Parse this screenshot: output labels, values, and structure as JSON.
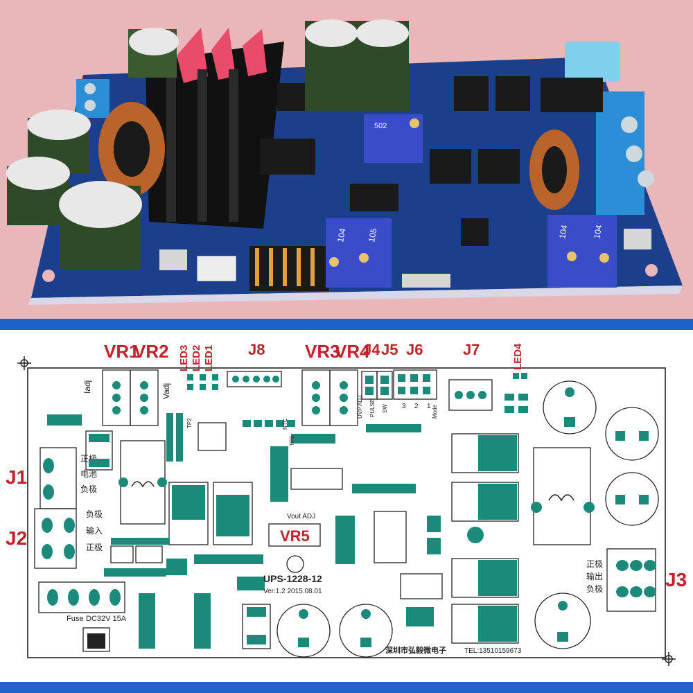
{
  "layout": {
    "labels": {
      "vr1": "VR1",
      "vr2": "VR2",
      "led3": "LED3",
      "led2": "LED2",
      "led1": "LED1",
      "j8": "J8",
      "vr3": "VR3",
      "vr4": "VR4",
      "j4": "J4",
      "j5": "J5",
      "j6": "J6",
      "j7": "J7",
      "led4": "LED4",
      "j1": "J1",
      "j2": "J2",
      "j3": "J3",
      "vr5": "VR5"
    },
    "silk": {
      "iadj": "Iadj",
      "vadj": "Vadj",
      "vout_adj": "Vout ADJ",
      "uvp_adj": "UVP ADJ",
      "pulse": "PULSE",
      "sw": "SW",
      "mode": "Mode",
      "mode_nums": [
        "3",
        "2",
        "1"
      ],
      "j1_text": [
        "正极",
        "电池",
        "负极"
      ],
      "j2_text": [
        "负极",
        "输入",
        "正极"
      ],
      "j3_text": [
        "正极",
        "输出",
        "负极"
      ],
      "fuse": "Fuse",
      "fuse_rating": "DC32V 15A",
      "board_name": "UPS-1228-12",
      "version": "Ver:1.2 2015.08.01",
      "company": "深圳市弘毅微电子",
      "tel": "TEL:13510159673",
      "tp2": "TP2",
      "tp3": "TP3",
      "ntc": "NTC"
    }
  },
  "photo": {
    "pot_labels": [
      "104",
      "105",
      "104",
      "104"
    ],
    "pot_top": "502"
  },
  "colors": {
    "board": "#1c3f8c",
    "pad": "#1b8a7a",
    "label_red": "#c0232b",
    "frame_blue": "#1f63c9",
    "background": "#e9b7b9"
  }
}
